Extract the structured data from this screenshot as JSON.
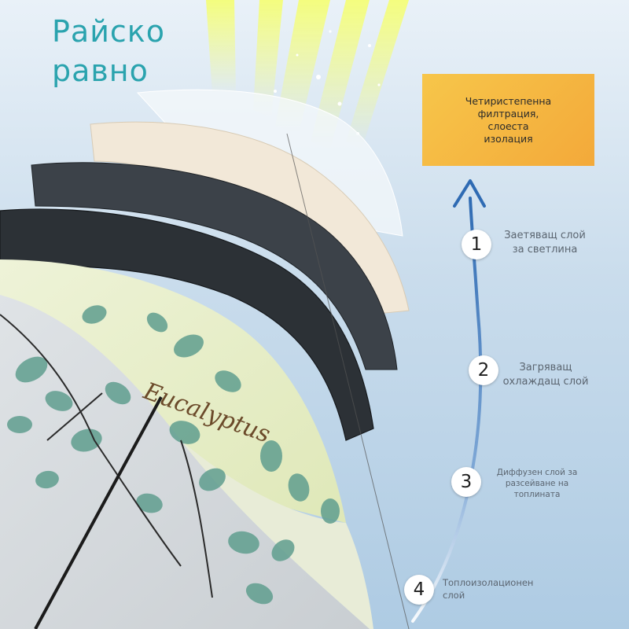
{
  "headline": [
    "Райско",
    "равно"
  ],
  "callout": {
    "text": [
      "Четиристепенна",
      "филтрация,",
      "слоеста",
      "изолация"
    ]
  },
  "layers": [
    {
      "number": "1",
      "lines": [
        "Заетяващ слой",
        "за светлина"
      ]
    },
    {
      "number": "2",
      "lines": [
        "Загряващ",
        "охлаждащ слой"
      ]
    },
    {
      "number": "3",
      "lines": [
        "Диффузен слой за",
        "разсейване на",
        "топлината"
      ]
    },
    {
      "number": "4",
      "lines": [
        "Топлоизолационен",
        "слой"
      ]
    }
  ],
  "umbrella_script": "Eucalyptus",
  "colors": {
    "headline": "#2aa3ae",
    "callout_fill": "#f5b843",
    "arrow": "#3b74b8",
    "sky": "#c9dcec"
  }
}
